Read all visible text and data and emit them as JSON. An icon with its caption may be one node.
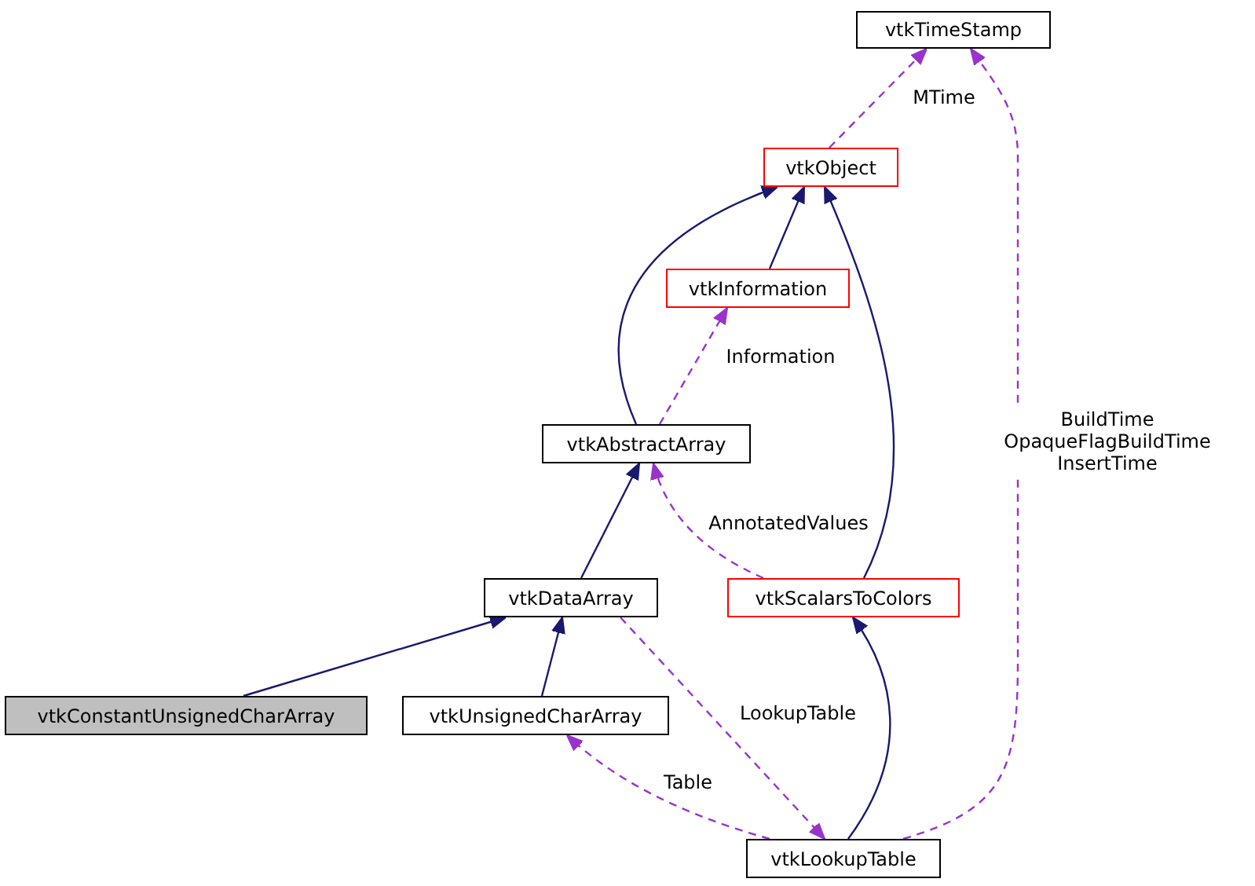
{
  "diagram": {
    "nodes": [
      {
        "text": [
          "vtkTimeStamp"
        ]
      },
      {
        "text": [
          "vtkObject"
        ]
      },
      {
        "text": [
          "vtkInformation"
        ]
      },
      {
        "text": [
          "vtkAbstractArray"
        ]
      },
      {
        "text": [
          "vtkDataArray"
        ]
      },
      {
        "text": [
          "vtkScalarsToColors"
        ]
      },
      {
        "text": [
          "vtkConstantUnsignedCharArray"
        ]
      },
      {
        "text": [
          "vtkUnsignedCharArray"
        ]
      },
      {
        "text": [
          "vtkLookupTable"
        ]
      }
    ],
    "edges": [
      {
        "from": 2,
        "to": 1,
        "arrow": "to"
      },
      {
        "from": 3,
        "to": 1,
        "arrow": "to"
      },
      {
        "from": 5,
        "to": 1,
        "arrow": "to"
      },
      {
        "from": 4,
        "to": 3,
        "arrow": "to"
      },
      {
        "from": 6,
        "to": 4,
        "arrow": "to"
      },
      {
        "from": 7,
        "to": 4,
        "arrow": "to"
      },
      {
        "from": 8,
        "to": 5,
        "arrow": "to"
      },
      {
        "from": 1,
        "to": 0,
        "arrow": "to",
        "label": "MTime",
        "style": "dashed",
        "color": "#9a32cd"
      },
      {
        "from": 3,
        "to": 2,
        "arrow": "to",
        "label": "Information",
        "style": "dashed",
        "color": "#9a32cd"
      },
      {
        "from": 5,
        "to": 3,
        "arrow": "to",
        "label": "AnnotatedValues",
        "style": "dashed",
        "color": "#9a32cd"
      },
      {
        "from": 4,
        "to": 8,
        "arrow": "to",
        "label": "LookupTable",
        "style": "dashed",
        "color": "#9a32cd"
      },
      {
        "from": 8,
        "to": 7,
        "arrow": "to",
        "label": "Table",
        "style": "dashed",
        "color": "#9a32cd"
      },
      {
        "from": 8,
        "to": 0,
        "arrow": "to",
        "label": "BuildTime OpaqueFlagBuildTime InsertTime",
        "style": "dashed",
        "color": "#9a32cd"
      }
    ]
  }
}
